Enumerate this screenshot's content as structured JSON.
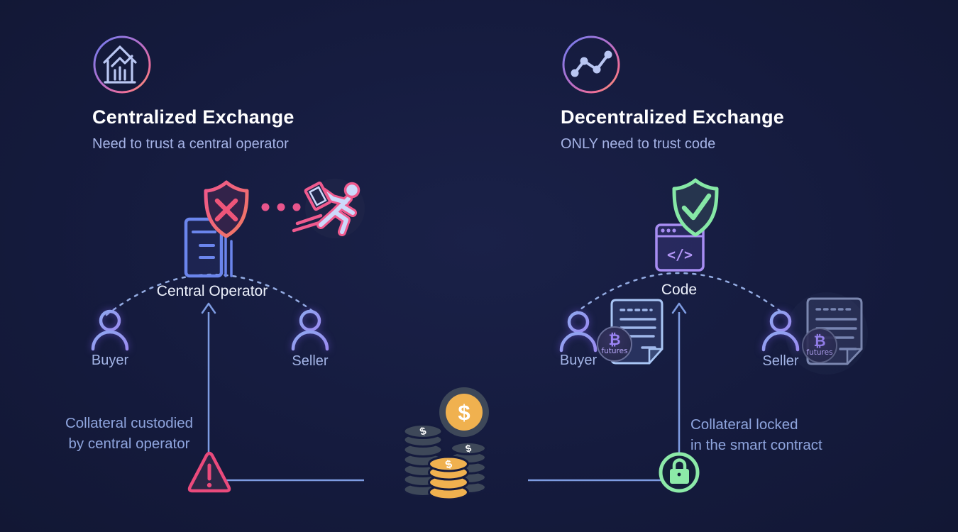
{
  "left_panel": {
    "title": "Centralized Exchange",
    "subtitle": "Need to trust a central operator",
    "operator_label": "Central Operator",
    "buyer_label": "Buyer",
    "seller_label": "Seller",
    "collateral_note_line1": "Collateral custodied",
    "collateral_note_line2": "by central operator"
  },
  "right_panel": {
    "title": "Decentralized Exchange",
    "subtitle": "ONLY need to trust code",
    "code_label": "Code",
    "buyer_label": "Buyer",
    "seller_label": "Seller",
    "collateral_note_line1": "Collateral locked",
    "collateral_note_line2": "in the smart contract",
    "buyer_badge_symbol": "₿",
    "buyer_badge_label": "futures",
    "seller_badge_symbol": "₿",
    "seller_badge_label": "futures"
  },
  "glyphs": {
    "dollar_coin_large": "$",
    "dollar_stack_left": "$",
    "dollar_stack_right": "$",
    "dollar_stack_gold": "$",
    "code_tag": "</>"
  },
  "icons": {
    "left_header": "exchange-building-icon",
    "right_header": "trend-chart-icon",
    "left_shield": "hacked-shield-icon",
    "right_shield": "verified-shield-icon",
    "runner": "absconding-operator-icon",
    "warning": "warning-triangle-icon",
    "lock": "lock-icon",
    "coins": "collateral-coins-icon",
    "code_window": "code-window-icon",
    "server": "central-server-icon"
  },
  "colors": {
    "background": "#151b3e",
    "title_text": "#ffffff",
    "subtitle_text": "#a5b3e6",
    "label_text": "#a3b4e6",
    "strong_label_text": "#edf1fc",
    "note_text": "#8fa5de",
    "connector_blue": "#7e9ce2",
    "dashed_arc": "#93abe2",
    "danger_pink": "#ee5579",
    "safe_green": "#86e8a6",
    "purple_accent": "#a78df2",
    "person_stroke": "#93a6f0",
    "gold": "#f0b14f",
    "coin_gray": "#3e4859"
  }
}
